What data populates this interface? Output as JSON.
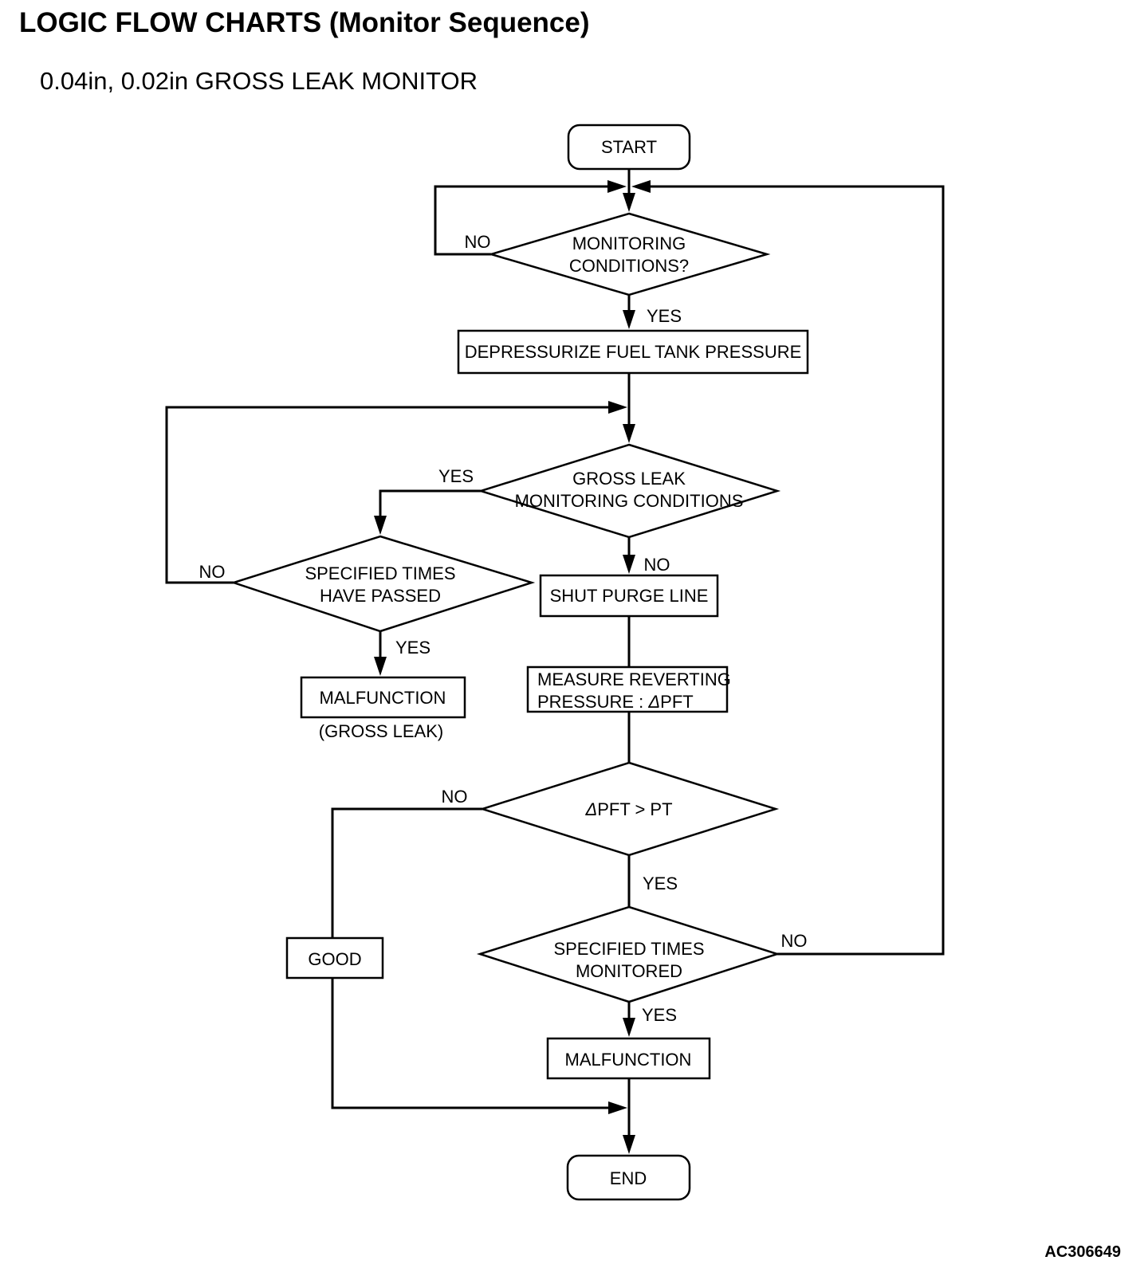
{
  "page": {
    "title": "LOGIC FLOW CHARTS (Monitor Sequence)",
    "subtitle": "0.04in, 0.02in GROSS LEAK MONITOR",
    "figure_code": "AC306649"
  },
  "nodes": {
    "start": {
      "label": "START"
    },
    "monitoring": {
      "line1": "MONITORING",
      "line2": "CONDITIONS?"
    },
    "depressurize": {
      "label": "DEPRESSURIZE FUEL TANK PRESSURE"
    },
    "gross_leak": {
      "line1": "GROSS LEAK",
      "line2": "MONITORING CONDITIONS"
    },
    "times_passed": {
      "line1": "SPECIFIED TIMES",
      "line2": "HAVE PASSED"
    },
    "malfunction_gross": {
      "label": "MALFUNCTION",
      "note": "(GROSS LEAK)"
    },
    "shut_purge": {
      "label": "SHUT PURGE LINE"
    },
    "measure": {
      "line1": "MEASURE REVERTING",
      "line2_prefix": "PRESSURE : ",
      "delta": "Δ",
      "line2_suffix": "PFT"
    },
    "dpft": {
      "delta": "Δ",
      "label": "PFT > PT"
    },
    "good": {
      "label": "GOOD"
    },
    "monitored": {
      "line1": "SPECIFIED TIMES",
      "line2": "MONITORED"
    },
    "malfunction": {
      "label": "MALFUNCTION"
    },
    "end": {
      "label": "END"
    }
  },
  "labels": {
    "monitoring_no": "NO",
    "monitoring_yes": "YES",
    "gross_leak_yes": "YES",
    "gross_leak_no": "NO",
    "times_passed_no": "NO",
    "times_passed_yes": "YES",
    "dpft_no": "NO",
    "dpft_yes": "YES",
    "monitored_no": "NO",
    "monitored_yes": "YES"
  }
}
